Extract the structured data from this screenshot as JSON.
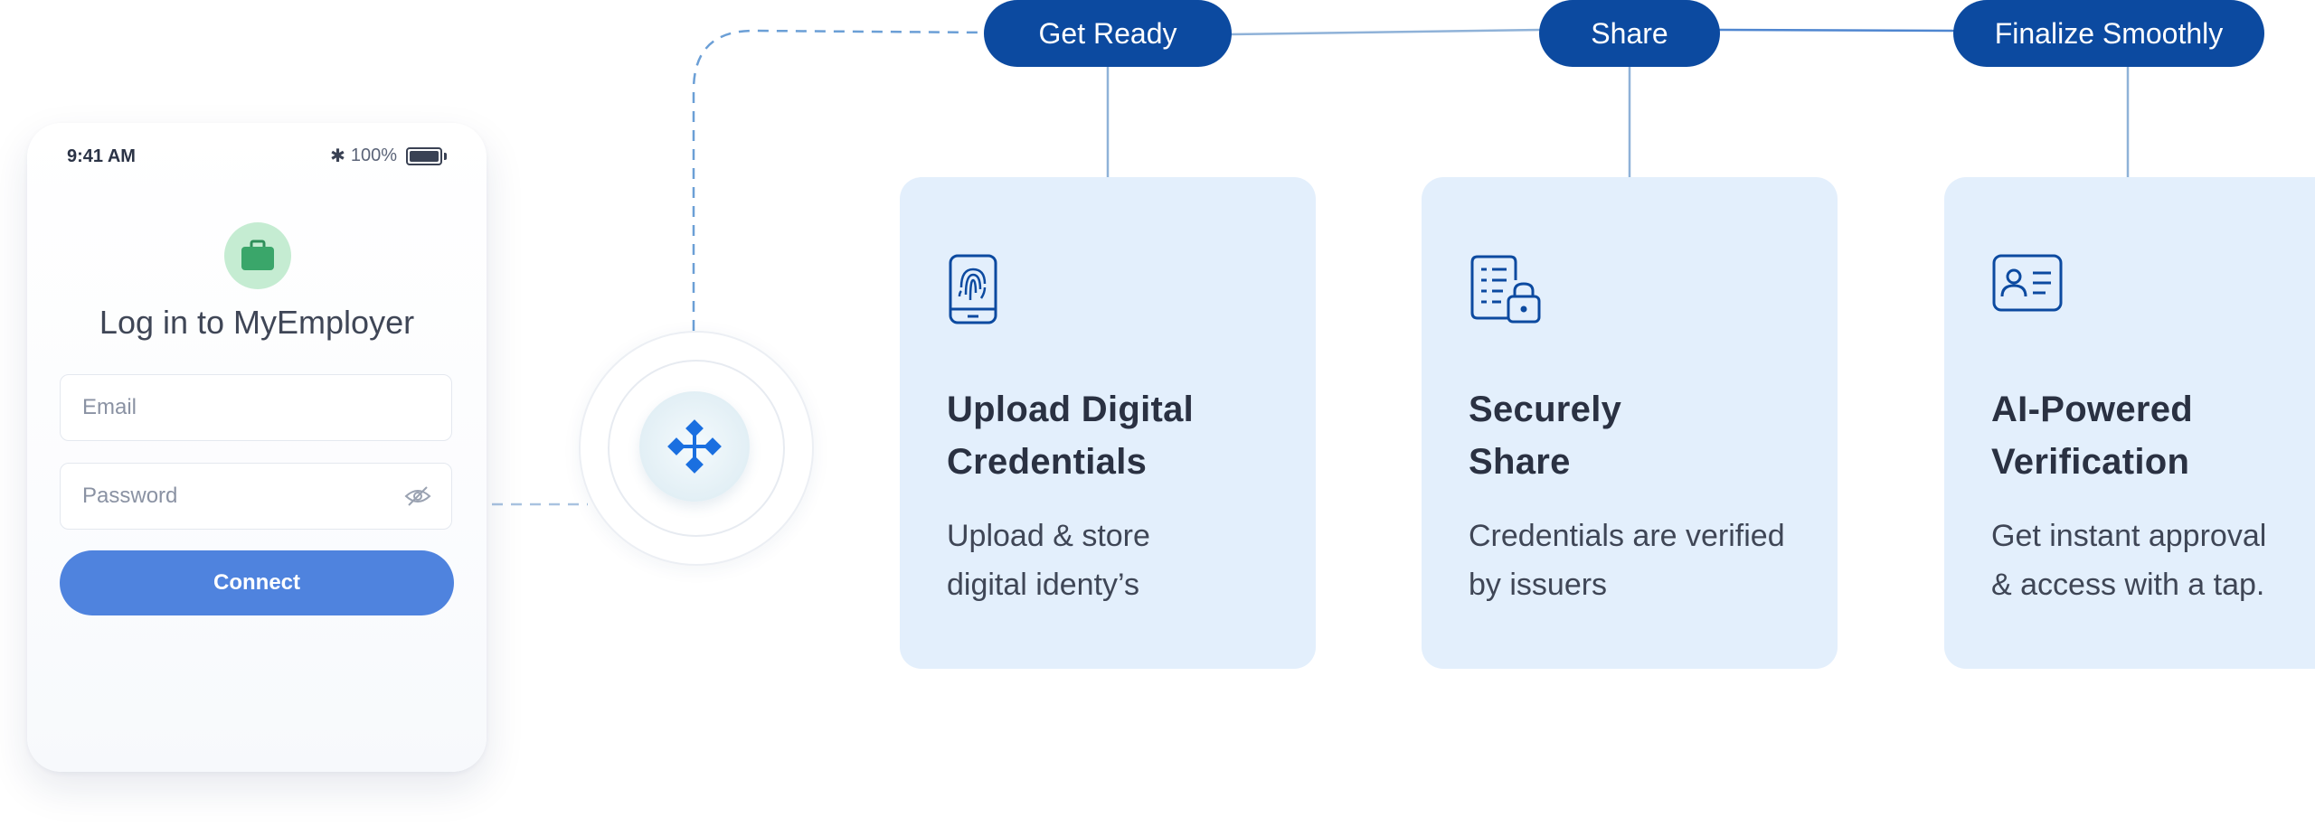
{
  "phone": {
    "status_time": "9:41 AM",
    "battery_text": "100%",
    "login_title": "Log in to MyEmployer",
    "email_placeholder": "Email",
    "password_placeholder": "Password",
    "connect_label": "Connect",
    "logo_icon": "briefcase-icon",
    "logo_color": "#3aa66a"
  },
  "hub": {
    "icon": "network-nodes-icon",
    "accent": "#1a6fe0"
  },
  "steps": [
    {
      "pill": "Get Ready",
      "title_line1": "Upload Digital",
      "title_line2": "Credentials",
      "desc_line1": "Upload & store",
      "desc_line2": "digital identy’s",
      "icon": "fingerprint-phone-icon"
    },
    {
      "pill": "Share",
      "title_line1": "Securely",
      "title_line2": "Share",
      "desc_line1": "Credentials are verified",
      "desc_line2": "by issuers",
      "icon": "document-lock-icon"
    },
    {
      "pill": "Finalize Smoothly",
      "title_line1": "AI-Powered",
      "title_line2": "Verification",
      "desc_line1": "Get instant approval",
      "desc_line2": "& access with a tap.",
      "icon": "id-card-icon"
    }
  ],
  "colors": {
    "pill_bg": "#0c4aa0",
    "card_bg": "#e3effc",
    "connect_button": "#4f83de",
    "connector_line": "#8fb2d8"
  }
}
